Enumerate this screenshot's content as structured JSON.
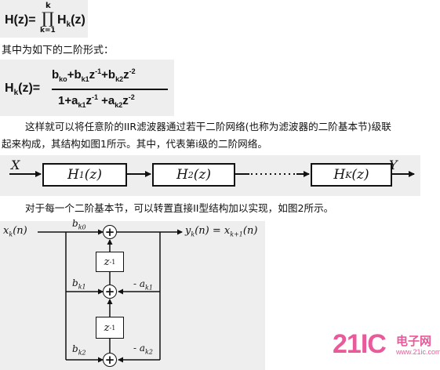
{
  "formula_h": {
    "lhs": "H(z)=",
    "prod": "∏",
    "upper": "k",
    "lower": "k=1",
    "rhs": "H",
    "rhs_sub": "k",
    "rhs_arg": "(z)"
  },
  "line1": "其中为如下的二阶形式：",
  "formula_hk": {
    "lhs": "H",
    "lhs_sub": "k",
    "lhs_arg": "(z)=",
    "num_b0": "b",
    "num_b0_sub": "ko",
    "num_plus1": "+b",
    "num_b1_sub": "k1",
    "num_z1": "z",
    "num_z1_exp": "-1",
    "num_plus2": "+b",
    "num_b2_sub": "k2",
    "num_z2": "z",
    "num_z2_exp": "-2",
    "den_one": "1+a",
    "den_a1_sub": "k1",
    "den_z1": "z",
    "den_z1_exp": "-1",
    "den_plus": "+a",
    "den_a2_sub": "k2",
    "den_z2": "z",
    "den_z2_exp": "-2"
  },
  "para1_line1": "这样就可以将任意阶的IIR滤波器通过若干二阶网络(也称为滤波器的二阶基本节)级联",
  "para1_line2": "起来构成，其结构如图1所示。其中，代表第i级的二阶网络。",
  "fig1": {
    "input": "X",
    "output": "Y",
    "block1": "H",
    "block1_sub": "1",
    "block1_arg": "(z)",
    "block2": "H",
    "block2_sub": "2",
    "block2_arg": "(z)",
    "block3": "H",
    "block3_sub": "K",
    "block3_arg": "(z)"
  },
  "para2": "对于每一个二阶基本节，可以转置直接II型结构加以实现，如图2所示。",
  "fig2": {
    "input": "x",
    "input_sub": "k",
    "input_arg": "(n)",
    "output": "y",
    "output_sub": "k",
    "output_mid": "(n) = x",
    "output_sub2": "k+1",
    "output_arg": "(n)",
    "b0": "b",
    "b0_sub": "k0",
    "b1": "b",
    "b1_sub": "k1",
    "b2": "b",
    "b2_sub": "k2",
    "a1": "- a",
    "a1_sub": "k1",
    "a2": "- a",
    "a2_sub": "k2",
    "delay1": "z",
    "delay1_exp": "-1",
    "delay2": "z",
    "delay2_exp": "-1",
    "adder": "+"
  },
  "watermark": {
    "brand": "21IC",
    "cn": "电子网",
    "url": "www.21ic.com",
    "color": "#e85a9a"
  }
}
